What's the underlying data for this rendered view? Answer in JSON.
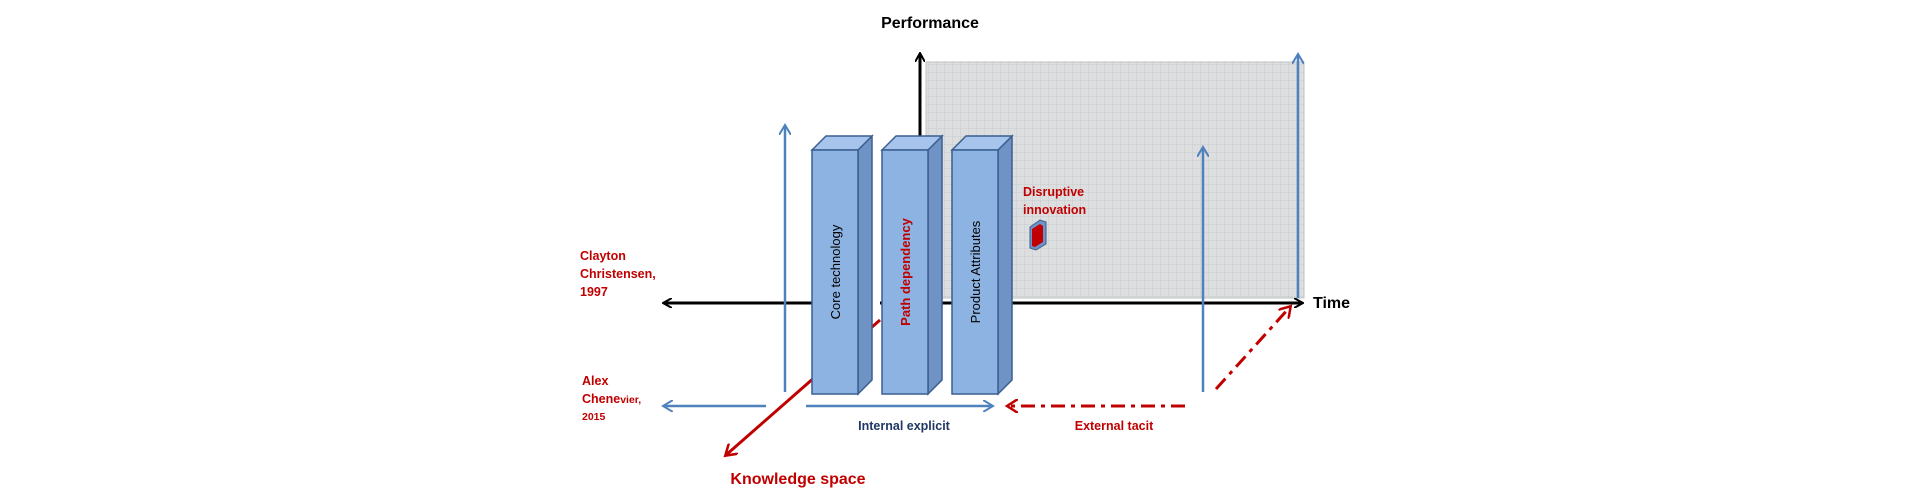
{
  "axes": {
    "performance": "Performance",
    "time": "Time",
    "knowledge_space": "Knowledge space"
  },
  "citations": {
    "christensen": [
      "Clayton",
      "Christensen,",
      "1997"
    ],
    "chenevier": {
      "line1": "Alex",
      "line2_main": "Chene",
      "line2_small": "vier,",
      "line3": "2015"
    }
  },
  "blocks": {
    "core_technology": "Core technology",
    "path_dependency": "Path dependency",
    "product_attributes": "Product Attributes"
  },
  "annotations": {
    "disruptive": [
      "Disruptive",
      "innovation"
    ],
    "internal_explicit": "Internal explicit",
    "external_tacit": "External tacit"
  },
  "colors": {
    "black": "#000000",
    "red": "#c00000",
    "blue_arrow": "#4f81bd",
    "block_front": "#8db3e2",
    "block_top": "#a7c4ec",
    "block_side": "#6f93c4",
    "block_edge": "#3b5f8f",
    "dark_blue_text": "#1f3864",
    "grid_bg": "#dcdedf",
    "grid_line": "#c3c6c8"
  }
}
